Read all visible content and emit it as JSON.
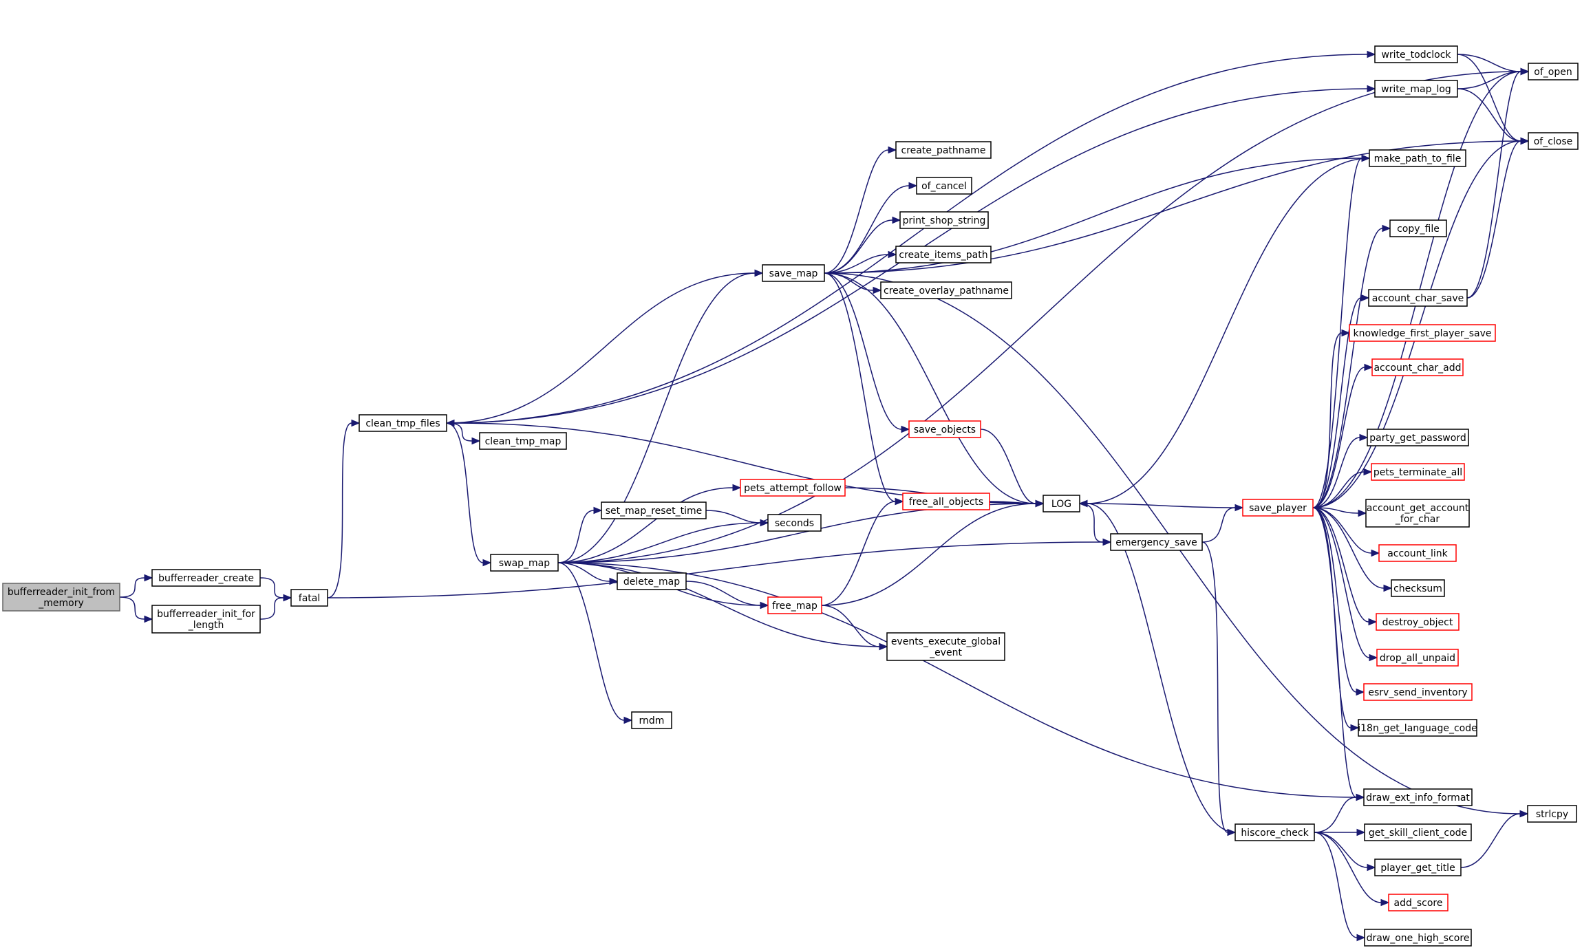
{
  "diagram": {
    "type": "call-graph",
    "colors": {
      "edge": "#191970",
      "root_fill": "#bfbfbf",
      "root_border": "#666666",
      "node_border": "#000000",
      "truncated_border": "#ff0000",
      "background": "#ffffff"
    },
    "nodes": [
      {
        "id": "bufferreader_init_from_memory",
        "lines": [
          "bufferreader_init_from",
          "_memory"
        ],
        "style": "root"
      },
      {
        "id": "bufferreader_create",
        "lines": [
          "bufferreader_create"
        ],
        "style": "plain"
      },
      {
        "id": "bufferreader_init_for_length",
        "lines": [
          "bufferreader_init_for",
          "_length"
        ],
        "style": "plain"
      },
      {
        "id": "fatal",
        "lines": [
          "fatal"
        ],
        "style": "plain"
      },
      {
        "id": "clean_tmp_files",
        "lines": [
          "clean_tmp_files"
        ],
        "style": "plain"
      },
      {
        "id": "clean_tmp_map",
        "lines": [
          "clean_tmp_map"
        ],
        "style": "plain"
      },
      {
        "id": "swap_map",
        "lines": [
          "swap_map"
        ],
        "style": "plain"
      },
      {
        "id": "save_map",
        "lines": [
          "save_map"
        ],
        "style": "plain"
      },
      {
        "id": "create_pathname",
        "lines": [
          "create_pathname"
        ],
        "style": "plain"
      },
      {
        "id": "of_cancel",
        "lines": [
          "of_cancel"
        ],
        "style": "plain"
      },
      {
        "id": "print_shop_string",
        "lines": [
          "print_shop_string"
        ],
        "style": "plain"
      },
      {
        "id": "create_items_path",
        "lines": [
          "create_items_path"
        ],
        "style": "plain"
      },
      {
        "id": "create_overlay_pathname",
        "lines": [
          "create_overlay_pathname"
        ],
        "style": "plain"
      },
      {
        "id": "save_objects",
        "lines": [
          "save_objects"
        ],
        "style": "trunc"
      },
      {
        "id": "free_all_objects",
        "lines": [
          "free_all_objects"
        ],
        "style": "trunc"
      },
      {
        "id": "pets_attempt_follow",
        "lines": [
          "pets_attempt_follow"
        ],
        "style": "trunc"
      },
      {
        "id": "set_map_reset_time",
        "lines": [
          "set_map_reset_time"
        ],
        "style": "plain"
      },
      {
        "id": "seconds",
        "lines": [
          "seconds"
        ],
        "style": "plain"
      },
      {
        "id": "delete_map",
        "lines": [
          "delete_map"
        ],
        "style": "plain"
      },
      {
        "id": "free_map",
        "lines": [
          "free_map"
        ],
        "style": "trunc"
      },
      {
        "id": "events_execute_global_event",
        "lines": [
          "events_execute_global",
          "_event"
        ],
        "style": "plain"
      },
      {
        "id": "rndm",
        "lines": [
          "rndm"
        ],
        "style": "plain"
      },
      {
        "id": "LOG",
        "lines": [
          "LOG"
        ],
        "style": "plain"
      },
      {
        "id": "emergency_save",
        "lines": [
          "emergency_save"
        ],
        "style": "plain"
      },
      {
        "id": "save_player",
        "lines": [
          "save_player"
        ],
        "style": "trunc"
      },
      {
        "id": "hiscore_check",
        "lines": [
          "hiscore_check"
        ],
        "style": "plain"
      },
      {
        "id": "write_todclock",
        "lines": [
          "write_todclock"
        ],
        "style": "plain"
      },
      {
        "id": "write_map_log",
        "lines": [
          "write_map_log"
        ],
        "style": "plain"
      },
      {
        "id": "make_path_to_file",
        "lines": [
          "make_path_to_file"
        ],
        "style": "plain"
      },
      {
        "id": "copy_file",
        "lines": [
          "copy_file"
        ],
        "style": "plain"
      },
      {
        "id": "account_char_save",
        "lines": [
          "account_char_save"
        ],
        "style": "plain"
      },
      {
        "id": "knowledge_first_player_save",
        "lines": [
          "knowledge_first_player_save"
        ],
        "style": "trunc"
      },
      {
        "id": "account_char_add",
        "lines": [
          "account_char_add"
        ],
        "style": "trunc"
      },
      {
        "id": "party_get_password",
        "lines": [
          "party_get_password"
        ],
        "style": "plain"
      },
      {
        "id": "pets_terminate_all",
        "lines": [
          "pets_terminate_all"
        ],
        "style": "trunc"
      },
      {
        "id": "account_get_account_for_char",
        "lines": [
          "account_get_account",
          "_for_char"
        ],
        "style": "plain"
      },
      {
        "id": "account_link",
        "lines": [
          "account_link"
        ],
        "style": "trunc"
      },
      {
        "id": "checksum",
        "lines": [
          "checksum"
        ],
        "style": "plain"
      },
      {
        "id": "destroy_object",
        "lines": [
          "destroy_object"
        ],
        "style": "trunc"
      },
      {
        "id": "drop_all_unpaid",
        "lines": [
          "drop_all_unpaid"
        ],
        "style": "trunc"
      },
      {
        "id": "esrv_send_inventory",
        "lines": [
          "esrv_send_inventory"
        ],
        "style": "trunc"
      },
      {
        "id": "i18n_get_language_code",
        "lines": [
          "i18n_get_language_code"
        ],
        "style": "plain"
      },
      {
        "id": "draw_ext_info_format",
        "lines": [
          "draw_ext_info_format"
        ],
        "style": "plain"
      },
      {
        "id": "get_skill_client_code",
        "lines": [
          "get_skill_client_code"
        ],
        "style": "plain"
      },
      {
        "id": "player_get_title",
        "lines": [
          "player_get_title"
        ],
        "style": "plain"
      },
      {
        "id": "add_score",
        "lines": [
          "add_score"
        ],
        "style": "trunc"
      },
      {
        "id": "draw_one_high_score",
        "lines": [
          "draw_one_high_score"
        ],
        "style": "plain"
      },
      {
        "id": "of_open",
        "lines": [
          "of_open"
        ],
        "style": "plain"
      },
      {
        "id": "of_close",
        "lines": [
          "of_close"
        ],
        "style": "plain"
      },
      {
        "id": "strlcpy",
        "lines": [
          "strlcpy"
        ],
        "style": "plain"
      }
    ],
    "edges": [
      [
        "bufferreader_init_from_memory",
        "bufferreader_create"
      ],
      [
        "bufferreader_init_from_memory",
        "bufferreader_init_for_length"
      ],
      [
        "bufferreader_create",
        "fatal"
      ],
      [
        "bufferreader_init_for_length",
        "fatal"
      ],
      [
        "fatal",
        "clean_tmp_files"
      ],
      [
        "fatal",
        "emergency_save"
      ],
      [
        "clean_tmp_files",
        "write_todclock"
      ],
      [
        "clean_tmp_files",
        "write_map_log"
      ],
      [
        "clean_tmp_files",
        "save_map"
      ],
      [
        "clean_tmp_files",
        "clean_tmp_map"
      ],
      [
        "clean_tmp_files",
        "swap_map"
      ],
      [
        "swap_map",
        "save_map"
      ],
      [
        "swap_map",
        "LOG"
      ],
      [
        "swap_map",
        "pets_attempt_follow"
      ],
      [
        "swap_map",
        "set_map_reset_time"
      ],
      [
        "swap_map",
        "seconds"
      ],
      [
        "swap_map",
        "delete_map"
      ],
      [
        "swap_map",
        "free_map"
      ],
      [
        "swap_map",
        "events_execute_global_event"
      ],
      [
        "swap_map",
        "rndm"
      ],
      [
        "swap_map",
        "draw_ext_info_format"
      ],
      [
        "swap_map",
        "of_open"
      ],
      [
        "save_map",
        "create_pathname"
      ],
      [
        "save_map",
        "of_cancel"
      ],
      [
        "save_map",
        "print_shop_string"
      ],
      [
        "save_map",
        "create_items_path"
      ],
      [
        "save_map",
        "create_overlay_pathname"
      ],
      [
        "save_map",
        "save_objects"
      ],
      [
        "save_map",
        "free_all_objects"
      ],
      [
        "save_map",
        "LOG"
      ],
      [
        "save_map",
        "of_close"
      ],
      [
        "save_map",
        "make_path_to_file"
      ],
      [
        "save_map",
        "strlcpy"
      ],
      [
        "save_objects",
        "LOG"
      ],
      [
        "free_all_objects",
        "LOG"
      ],
      [
        "pets_attempt_follow",
        "LOG"
      ],
      [
        "set_map_reset_time",
        "seconds"
      ],
      [
        "delete_map",
        "free_map"
      ],
      [
        "free_map",
        "free_all_objects"
      ],
      [
        "free_map",
        "LOG"
      ],
      [
        "free_map",
        "events_execute_global_event"
      ],
      [
        "LOG",
        "clean_tmp_files"
      ],
      [
        "LOG",
        "emergency_save"
      ],
      [
        "emergency_save",
        "save_player"
      ],
      [
        "emergency_save",
        "hiscore_check"
      ],
      [
        "save_player",
        "LOG"
      ],
      [
        "save_player",
        "make_path_to_file"
      ],
      [
        "save_player",
        "copy_file"
      ],
      [
        "save_player",
        "account_char_save"
      ],
      [
        "save_player",
        "knowledge_first_player_save"
      ],
      [
        "save_player",
        "account_char_add"
      ],
      [
        "save_player",
        "party_get_password"
      ],
      [
        "save_player",
        "pets_terminate_all"
      ],
      [
        "save_player",
        "account_get_account_for_char"
      ],
      [
        "save_player",
        "account_link"
      ],
      [
        "save_player",
        "checksum"
      ],
      [
        "save_player",
        "destroy_object"
      ],
      [
        "save_player",
        "drop_all_unpaid"
      ],
      [
        "save_player",
        "esrv_send_inventory"
      ],
      [
        "save_player",
        "i18n_get_language_code"
      ],
      [
        "save_player",
        "draw_ext_info_format"
      ],
      [
        "save_player",
        "of_open"
      ],
      [
        "save_player",
        "of_close"
      ],
      [
        "account_char_save",
        "of_open"
      ],
      [
        "account_char_save",
        "of_close"
      ],
      [
        "hiscore_check",
        "LOG"
      ],
      [
        "hiscore_check",
        "draw_ext_info_format"
      ],
      [
        "hiscore_check",
        "get_skill_client_code"
      ],
      [
        "hiscore_check",
        "player_get_title"
      ],
      [
        "hiscore_check",
        "add_score"
      ],
      [
        "hiscore_check",
        "draw_one_high_score"
      ],
      [
        "write_todclock",
        "of_open"
      ],
      [
        "write_todclock",
        "of_close"
      ],
      [
        "write_map_log",
        "of_open"
      ],
      [
        "write_map_log",
        "of_close"
      ],
      [
        "make_path_to_file",
        "LOG"
      ],
      [
        "player_get_title",
        "strlcpy"
      ]
    ]
  }
}
